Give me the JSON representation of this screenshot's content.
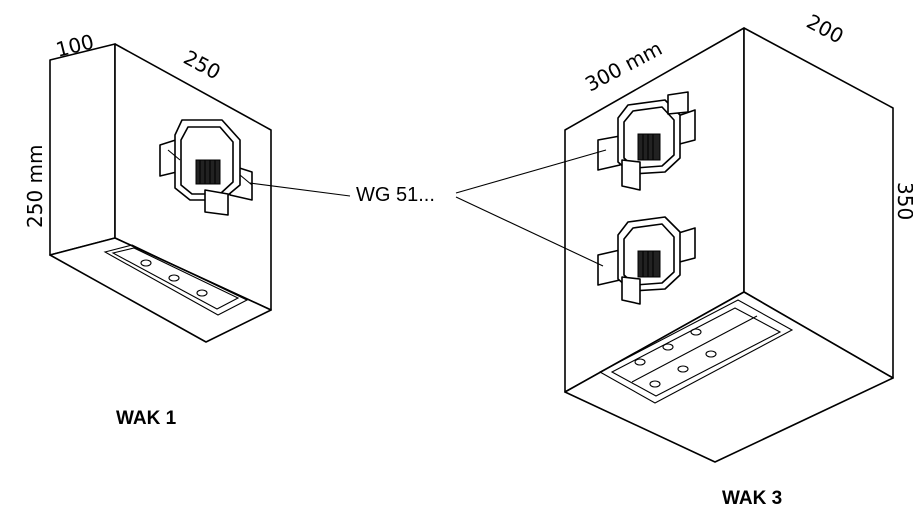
{
  "boxes": {
    "wak1": {
      "caption": "WAK 1",
      "dim_depth": "100",
      "dim_width": "250",
      "dim_height": "250 mm"
    },
    "wak3": {
      "caption": "WAK 3",
      "dim_width": "300 mm",
      "dim_depth": "200",
      "dim_height": "350"
    }
  },
  "callout": {
    "label": "WG 51..."
  }
}
